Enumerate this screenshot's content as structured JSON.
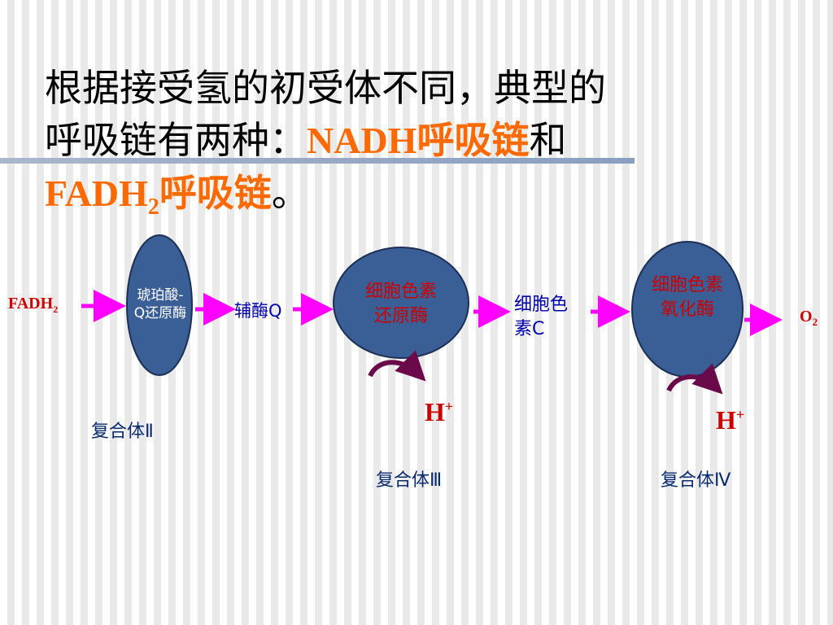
{
  "title": {
    "line1": "根据接受氢的初受体不同，典型的",
    "line2_prefix": "呼吸链有两种：",
    "line2_nadh": "NADH",
    "line2_chain": "呼吸链",
    "line2_and": "和",
    "line3_fadh": "FADH",
    "line3_sub": "2",
    "line3_chain": "呼吸链",
    "line3_end": "。"
  },
  "diagram": {
    "input_label": "FADH",
    "input_sub": "2",
    "node1_line1": "琥珀酸-",
    "node1_line2": "Q还原酶",
    "intermediate1": "辅酶Q",
    "node2_line1": "细胞色素",
    "node2_line2": "还原酶",
    "intermediate2_line1": "细胞色",
    "intermediate2_line2": "素C",
    "node3_line1": "细胞色素",
    "node3_line2": "氧化酶",
    "output_label": "O",
    "output_sub": "2",
    "proton1": "H",
    "proton1_sup": "+",
    "proton2": "H",
    "proton2_sup": "+",
    "complex2": "复合体Ⅱ",
    "complex3": "复合体Ⅲ",
    "complex4": "复合体Ⅳ"
  },
  "colors": {
    "node_fill": "#3a5f96",
    "arrow": "#ff00ff",
    "curve_arrow": "#6b0a4a",
    "red_text": "#cc0000",
    "blue_text": "#0000aa",
    "highlight": "#ff6a00"
  }
}
